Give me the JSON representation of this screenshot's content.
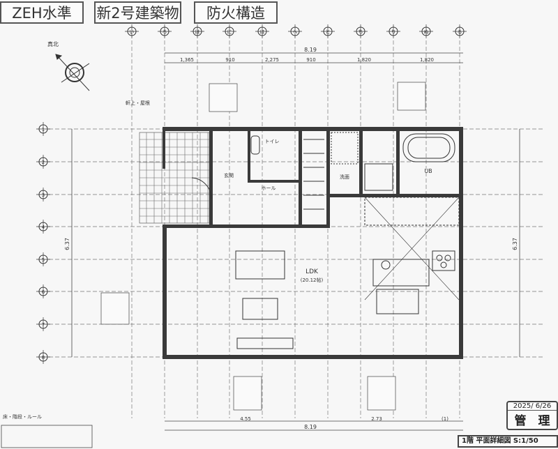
{
  "badges": [
    "ZEH水準",
    "新2号建築物",
    "防火構造"
  ],
  "grid_columns": [
    "い",
    "ろ",
    "は",
    "に",
    "ほ",
    "へ",
    "と",
    "ち",
    "り",
    "ぬ",
    "る"
  ],
  "grid_rows": [
    "1",
    "2",
    "3",
    "4",
    "5",
    "6",
    "7",
    "8"
  ],
  "dimensions": {
    "top_total": "8.19",
    "top_segments": [
      "1,365",
      "910",
      "2,275",
      "910",
      "1,820",
      "1,820"
    ],
    "bottom_segments": [
      "4.55",
      "2.73",
      "(1)"
    ],
    "bottom_total": "8.19",
    "left_total": "6.37"
  },
  "north_label": "真北",
  "rooms": {
    "ldk": "LDK",
    "ldk_area": "(20.12帖)",
    "hall": "ホール",
    "entrance": "玄関",
    "toilet": "トイレ",
    "ub": "UB",
    "washroom": "洗面",
    "porch_note": "軒上・屋根"
  },
  "stamp": {
    "date": "2025/ 6/26",
    "label": "管　理"
  },
  "drawing_title": "1階 平面詳細図 S:1/50",
  "legend_title": "床・階段・ルール"
}
